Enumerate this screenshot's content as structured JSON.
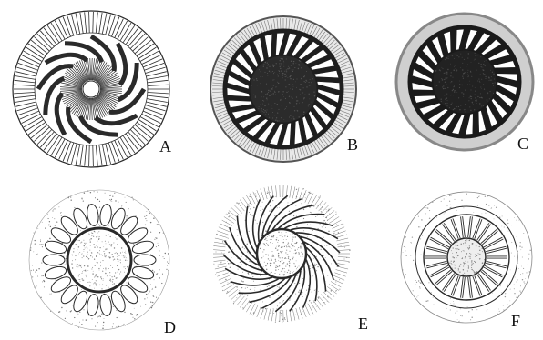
{
  "panels": [
    {
      "id": "A",
      "label": "A",
      "style": "rays",
      "fg": "#2a2a2a",
      "bg": "#ffffff"
    },
    {
      "id": "B",
      "label": "B",
      "style": "lamellae",
      "fg": "#1e1e1e",
      "bg": "#e9e9e9"
    },
    {
      "id": "C",
      "label": "C",
      "style": "lamellae-dark",
      "fg": "#1a1a1a",
      "bg": "#cfcfcf"
    },
    {
      "id": "D",
      "label": "D",
      "style": "loops",
      "fg": "#2a2a2a",
      "bg": "#ffffff"
    },
    {
      "id": "E",
      "label": "E",
      "style": "spiral",
      "fg": "#2a2a2a",
      "bg": "#ffffff"
    },
    {
      "id": "F",
      "label": "F",
      "style": "ringed",
      "fg": "#2a2a2a",
      "bg": "#ffffff"
    }
  ]
}
